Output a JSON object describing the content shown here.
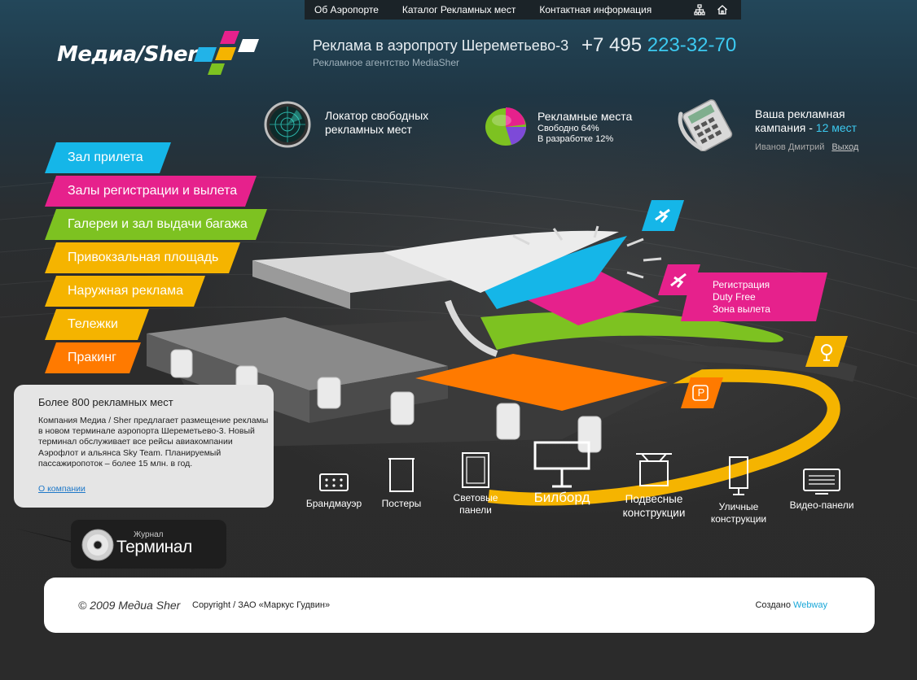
{
  "nav": {
    "items": [
      "Об Аэропорте",
      "Каталог Рекламных мест",
      "Контактная информация"
    ],
    "sitemap_icon": "sitemap-icon",
    "home_icon": "home-icon"
  },
  "logo": {
    "text": "Медиа/Sher",
    "colors": [
      "#e6218c",
      "#22b3e8",
      "#f5b400",
      "#7dc221",
      "#ffffff"
    ]
  },
  "header": {
    "title": "Реклама в аэропроту Шереметьево-3",
    "subtitle": "Рекламное агентство MediaSher",
    "phone_prefix": "+7 495 ",
    "phone_number": "223-32-70"
  },
  "info": {
    "locator": {
      "line1": "Локатор свободных",
      "line2": "рекламных мест",
      "icon": "radar-icon"
    },
    "places": {
      "title": "Рекламные места",
      "free": "Свободно 64%",
      "dev": "В разработке 12%",
      "icon": "pie-chart-icon"
    },
    "campaign": {
      "line1": "Ваша рекламная",
      "line2_prefix": "кампания - ",
      "line2_count": "12 мест",
      "user": "Иванов Дмитрий",
      "logout": "Выход",
      "icon": "calculator-icon"
    }
  },
  "menu": [
    {
      "label": "Зал прилета",
      "color": "#15b6e8"
    },
    {
      "label": "Залы регистрации и вылета",
      "color": "#e6218c"
    },
    {
      "label": "Галереи и зал выдачи багажа",
      "color": "#7dc221"
    },
    {
      "label": "Привокзальная площадь",
      "color": "#f5b400"
    },
    {
      "label": "Наружная реклама",
      "color": "#f5b400"
    },
    {
      "label": "Тележки",
      "color": "#f5b400"
    },
    {
      "label": "Пракинг",
      "color": "#ff7a00"
    }
  ],
  "map_labels": {
    "registration": [
      "Регистрация",
      "Duty Free",
      "Зона вылета"
    ],
    "arrival_icon": "plane-arrival-icon",
    "departure_icon": "plane-departure-icon",
    "location_icon": "map-pin-icon",
    "parking_icon": "parking-icon",
    "parking_letter": "P"
  },
  "ad_types": [
    {
      "label": "Брандмауэр"
    },
    {
      "label": "Постеры"
    },
    {
      "label": "Световые",
      "label2": "панели"
    },
    {
      "label": "Билборд"
    },
    {
      "label": "Подвесные",
      "label2": "конструкции"
    },
    {
      "label": "Уличные",
      "label2": "конструкции"
    },
    {
      "label": "Видео-панели"
    }
  ],
  "about": {
    "title": "Более 800 рекламных мест",
    "text": "Компания Медиа / Sher предлагает размещение рекламы в новом терминале аэропорта Шереметьево-3. Новый терминал обслуживает все рейсы авиакомпании Аэрофлот и альянса Sky Team. Планируемый пассажиропоток – более 15 млн. в год.",
    "link": "О компании"
  },
  "magazine": {
    "small": "Журнал",
    "big": "Терминал",
    "icon": "disc-icon"
  },
  "footer": {
    "copy": "© 2009 Медиа Sher",
    "company": "Copyright / ЗАО «Маркус Гудвин»",
    "made_prefix": "Создано ",
    "made_link": "Webway"
  }
}
